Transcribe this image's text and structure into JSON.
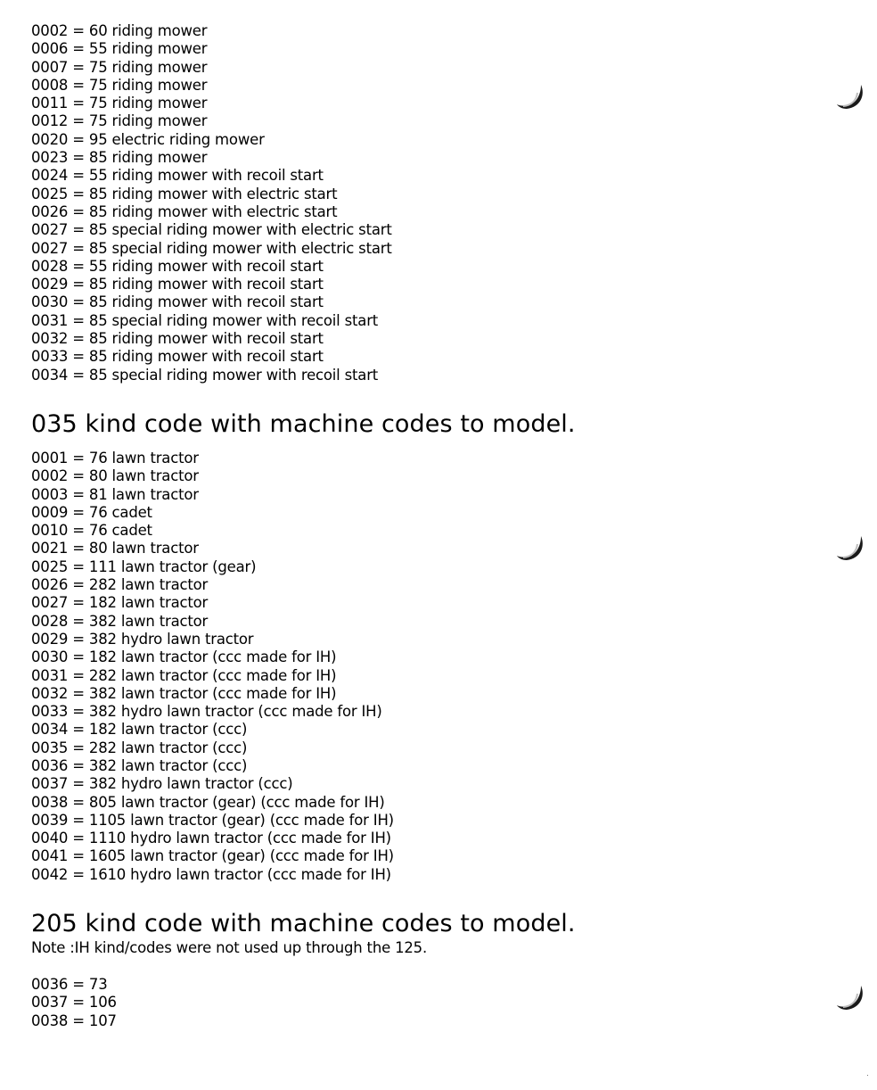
{
  "sections": [
    {
      "id": "riding-mowers",
      "heading": "",
      "note": "",
      "items": [
        "0002 = 60 riding mower",
        "0006 = 55 riding mower",
        "0007 = 75 riding mower",
        "0008 = 75 riding mower",
        "0011 = 75 riding mower",
        "0012 = 75 riding mower",
        "0020 = 95 electric riding mower",
        "0023 = 85 riding mower",
        "0024 = 55 riding mower with recoil start",
        "0025 = 85 riding mower with electric start",
        "0026 = 85 riding mower with electric start",
        "0027 = 85 special riding mower with electric start",
        "0027 = 85 special riding mower with electric start",
        "0028 = 55 riding mower with recoil start",
        "0029 = 85 riding mower with recoil start",
        "0030 = 85 riding mower with recoil start",
        "0031 = 85 special riding mower with recoil start",
        "0032 = 85 riding mower with recoil start",
        "0033 = 85 riding mower with recoil start",
        "0034 = 85 special riding mower with recoil start"
      ]
    },
    {
      "id": "kind-035",
      "heading": "035 kind code with machine codes to model.",
      "note": "",
      "items": [
        "0001 = 76 lawn tractor",
        "0002 = 80 lawn tractor",
        "0003 = 81 lawn tractor",
        "0009 = 76 cadet",
        "0010 = 76 cadet",
        "0021 = 80 lawn tractor",
        "0025 = 111 lawn tractor (gear)",
        "0026 = 282 lawn tractor",
        "0027 = 182 lawn tractor",
        "0028 = 382 lawn tractor",
        "0029 = 382 hydro lawn tractor",
        "0030 = 182 lawn tractor (ccc made for IH)",
        "0031 = 282 lawn tractor (ccc made for IH)",
        "0032 = 382 lawn tractor (ccc made for IH)",
        "0033 = 382 hydro lawn tractor (ccc made for IH)",
        "0034 = 182 lawn tractor (ccc)",
        "0035 = 282 lawn tractor (ccc)",
        "0036 = 382 lawn tractor (ccc)",
        "0037 = 382 hydro lawn tractor (ccc)",
        "0038 = 805 lawn tractor (gear) (ccc made for IH)",
        "0039 = 1105 lawn tractor (gear) (ccc made for IH)",
        "0040 = 1110 hydro lawn tractor (ccc made for IH)",
        "0041 = 1605 lawn tractor (gear) (ccc made for IH)",
        "0042 = 1610 hydro lawn tractor (ccc made for IH)"
      ]
    },
    {
      "id": "kind-205",
      "heading": "205 kind code with machine codes to model.",
      "note": "Note :IH kind/codes were not used up through the 125.",
      "items": [
        "0036 = 73",
        "0037 = 106",
        "0038 = 107"
      ]
    }
  ],
  "binder_marks": [
    "binder-hole-mark",
    "binder-hole-mark",
    "binder-hole-mark"
  ]
}
